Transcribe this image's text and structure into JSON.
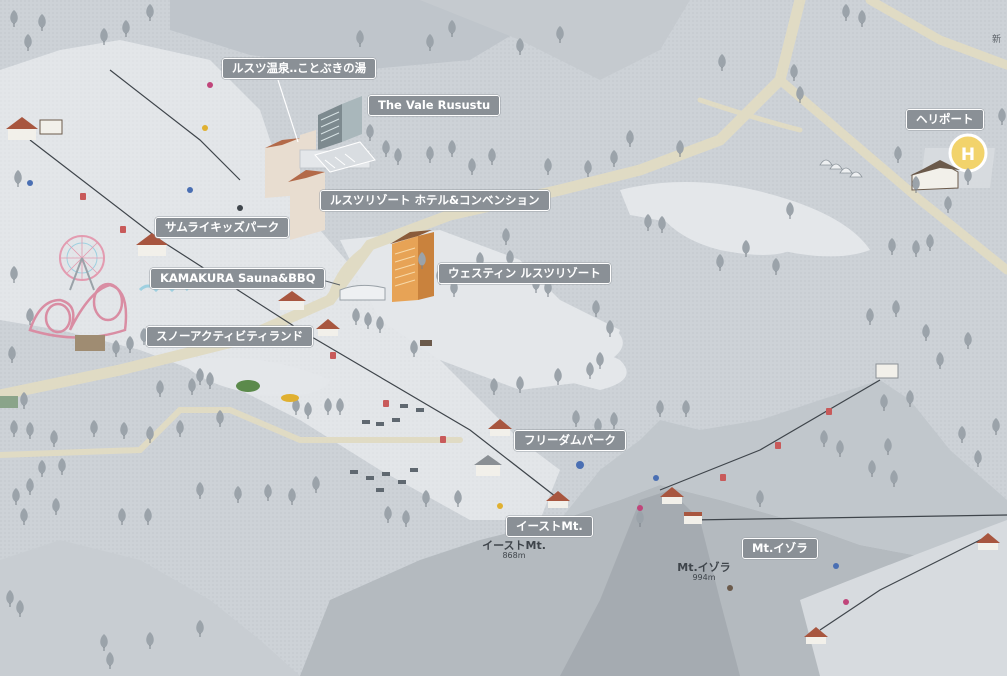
{
  "labels": {
    "kotobuki": "ルスツ温泉‥ことぶきの湯",
    "vale": "The Vale Rusustu",
    "heliport": "ヘリポート",
    "resort_hotel": "ルスツリゾート ホテル&コンベンション",
    "samurai_kids": "サムライキッズパーク",
    "westin": "ウェスティン ルスツリゾート",
    "kamakura": "KAMAKURA Sauna&BBQ",
    "snow_activity": "スノーアクティビティランド",
    "freedom_park": "フリーダムパーク",
    "east_mt": "イーストMt.",
    "mt_isora": "Mt.イゾラ"
  },
  "peaks": {
    "east": {
      "name": "イーストMt.",
      "elevation": "868m"
    },
    "isora": {
      "name": "Mt.イゾラ",
      "elevation": "994m"
    }
  },
  "edge_text": "新",
  "colors": {
    "label_bg": "#8a9096",
    "terrain": "#cfd4d9",
    "snow": "#e6e9ec",
    "mountain": "#aeb4ba",
    "road": "#e0dbc4",
    "hotel_orange": "#e7a356",
    "tree": "#9ba3aa"
  },
  "icons": [
    "heliport-icon",
    "ferris-wheel-icon",
    "roller-coaster-icon",
    "gondola-icon",
    "tree-icon",
    "skier-icon",
    "lodge-icon"
  ]
}
